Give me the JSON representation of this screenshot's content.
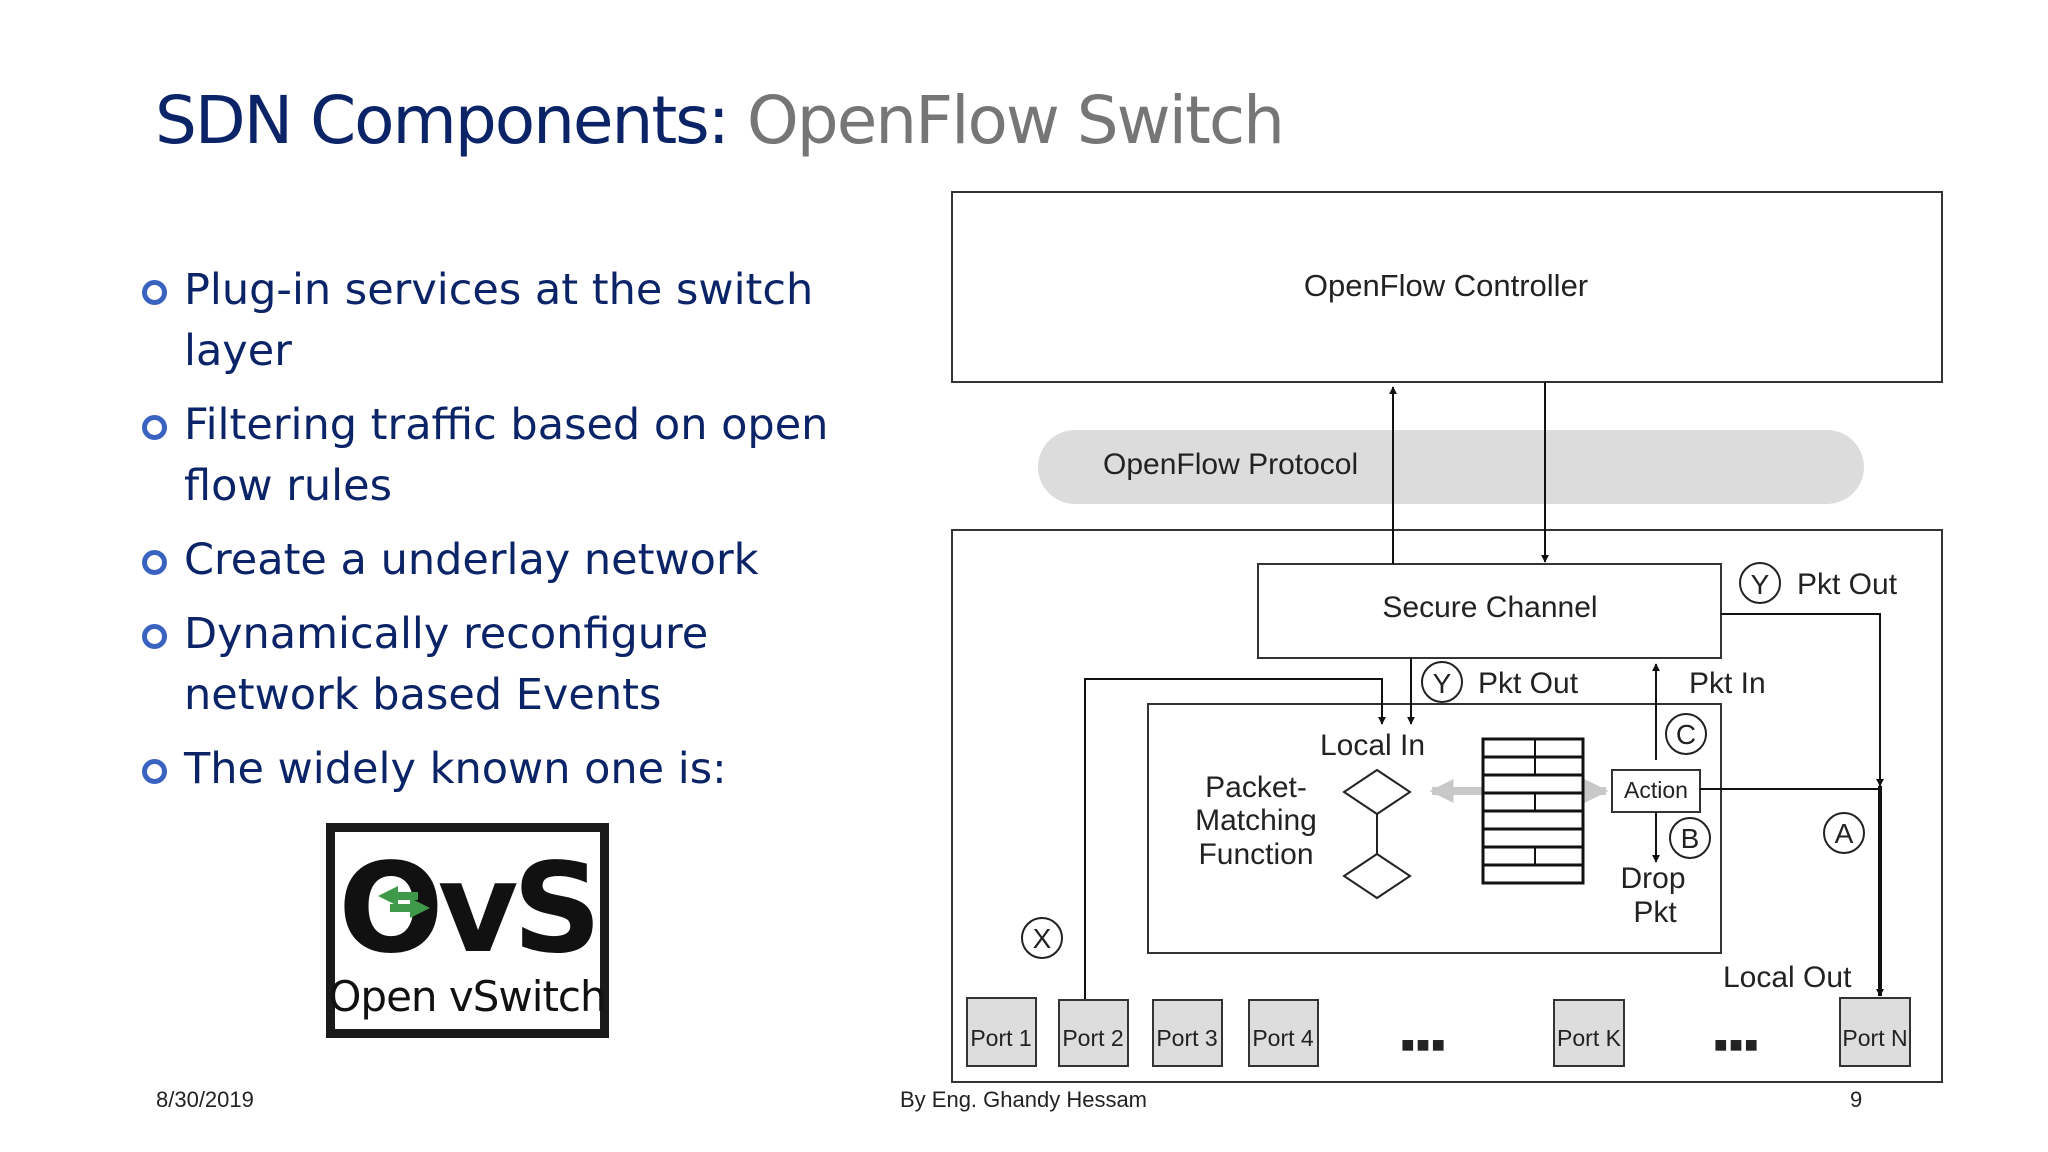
{
  "slide": {
    "title_main": "SDN Components:",
    "title_sub": "OpenFlow Switch",
    "bullets": [
      "Plug-in services at the switch layer",
      "Filtering traffic based on open flow rules",
      "Create a underlay network",
      "Dynamically reconfigure network based Events",
      "The widely known one is:"
    ],
    "footer": {
      "date": "8/30/2019",
      "author": "By Eng. Ghandy Hessam",
      "page": "9"
    }
  },
  "logo": {
    "text_big": "OvS",
    "text_small": "Open vSwitch",
    "arrow_color": "#3e9a48"
  },
  "diagram": {
    "controller": "OpenFlow Controller",
    "protocol": "OpenFlow Protocol",
    "secure_channel": "Secure Channel",
    "pkt_out_top": "Pkt Out",
    "pkt_out_mid": "Pkt Out",
    "pkt_in": "Pkt In",
    "local_in": "Local In",
    "local_out": "Local Out",
    "packet_matching": [
      "Packet-",
      "Matching",
      "Function"
    ],
    "action": "Action",
    "drop_pkt": [
      "Drop",
      "Pkt"
    ],
    "marker_y": "Y",
    "marker_x": "X",
    "marker_a": "A",
    "marker_b": "B",
    "marker_c": "C",
    "ports": [
      "Port 1",
      "Port 2",
      "Port 3",
      "Port 4",
      "Port K",
      "Port N"
    ],
    "ellipsis": "■■■"
  }
}
